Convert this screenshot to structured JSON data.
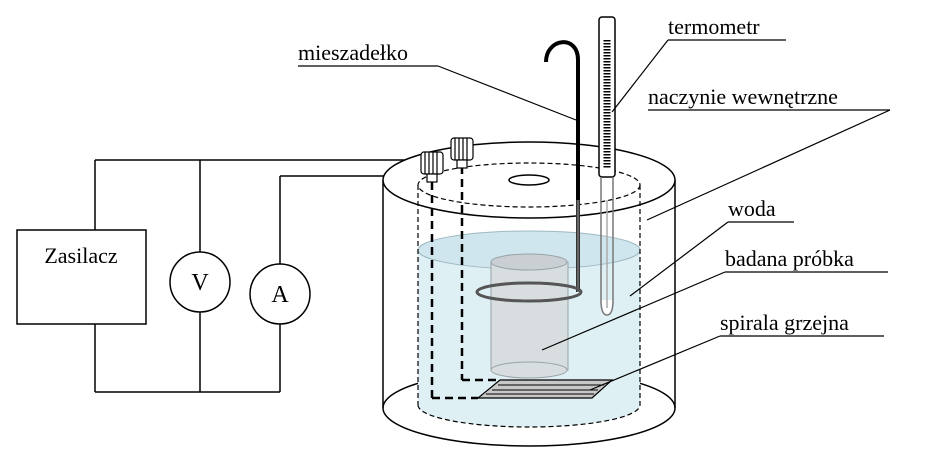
{
  "labels": {
    "power_supply": "Zasilacz",
    "voltmeter": "V",
    "ammeter": "A",
    "stirrer": "mieszadełko",
    "thermometer": "termometr",
    "inner_vessel": "naczynie wewnętrzne",
    "water": "woda",
    "sample": "badana próbka",
    "heating_coil": "spirala grzejna"
  },
  "colors": {
    "line": "#000000",
    "water": "#dff0f5",
    "water_surface": "#cfe6ee",
    "sample": "#d8dde0",
    "sample_top": "#c9cfd3",
    "coil_plate": "#c8c8c8"
  }
}
